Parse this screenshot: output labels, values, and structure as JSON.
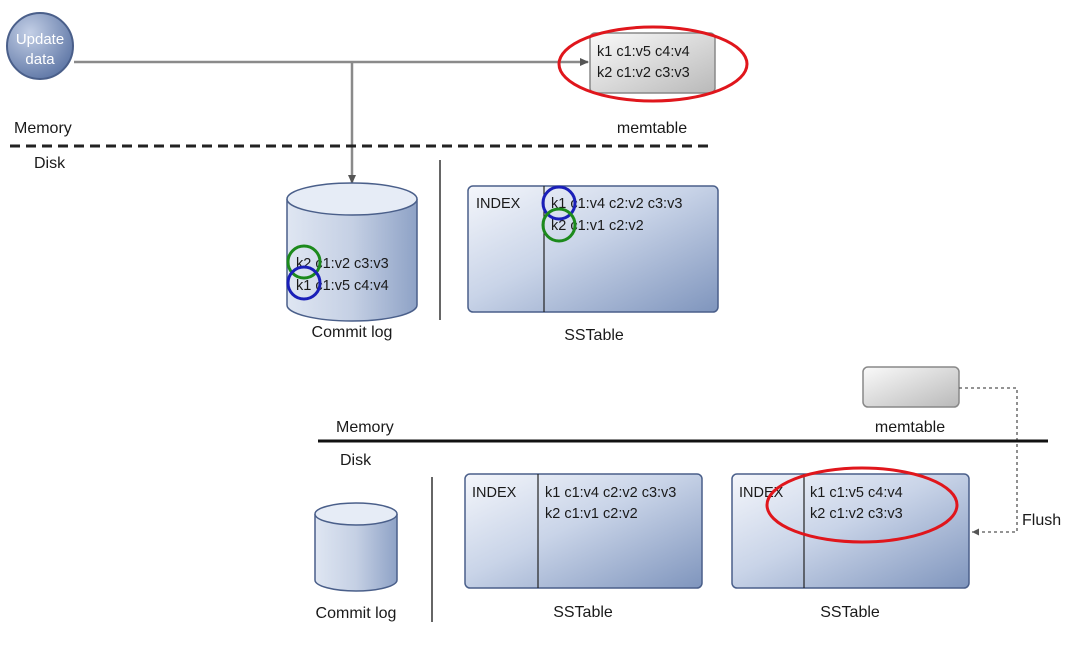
{
  "top": {
    "update_label_line1": "Update",
    "update_label_line2": "data",
    "memory_label": "Memory",
    "disk_label": "Disk",
    "memtable_label": "memtable",
    "memtable_rows": [
      "k1 c1:v5 c4:v4",
      "k2 c1:v2 c3:v3"
    ],
    "commitlog_label": "Commit log",
    "commitlog_rows": {
      "row1_key": "k2",
      "row1_rest": " c1:v2 c3:v3",
      "row2_key": "k1",
      "row2_rest": " c1:v5 c4:v4"
    },
    "sstable_label": "SSTable",
    "sstable_index": "INDEX",
    "sstable_rows": {
      "row1_key": "k1",
      "row1_rest": " c1:v4 c2:v2 c3:v3",
      "row2_key": "k2",
      "row2_rest": " c1:v1 c2:v2"
    }
  },
  "bottom": {
    "memory_label": "Memory",
    "disk_label": "Disk",
    "memtable_label": "memtable",
    "commitlog_label": "Commit log",
    "flush_label": "Flush",
    "sstable1": {
      "label": "SSTable",
      "index": "INDEX",
      "rows": [
        "k1 c1:v4 c2:v2 c3:v3",
        "k2 c1:v1 c2:v2"
      ]
    },
    "sstable2": {
      "label": "SSTable",
      "index": "INDEX",
      "rows": [
        "k1 c1:v5 c4:v4",
        "k2 c1:v2 c3:v3"
      ]
    }
  },
  "colors": {
    "highlight_red": "#e0161c",
    "highlight_blue": "#1a1fb8",
    "highlight_green": "#1c8a1c",
    "box_blue_light": "#e9eef7",
    "box_blue_dark": "#8fa3c6"
  }
}
